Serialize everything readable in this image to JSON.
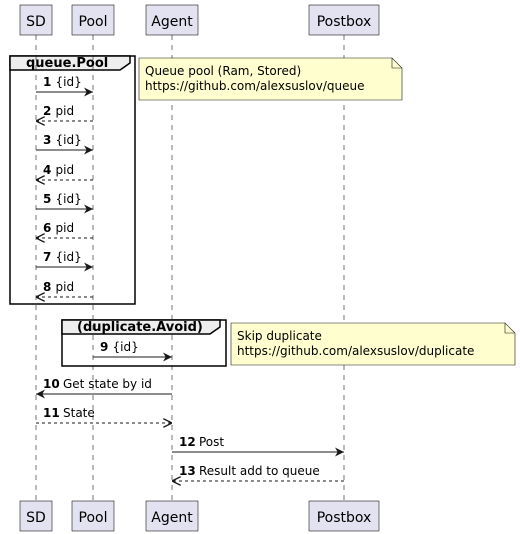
{
  "participants": [
    {
      "id": "sd",
      "label": "SD"
    },
    {
      "id": "pool",
      "label": "Pool"
    },
    {
      "id": "agent",
      "label": "Agent"
    },
    {
      "id": "postbox",
      "label": "Postbox"
    }
  ],
  "groups": [
    {
      "id": "queue-pool",
      "title": "queue.Pool"
    },
    {
      "id": "duplicate-avoid",
      "title": "(duplicate.Avoid)"
    }
  ],
  "notes": [
    {
      "id": "queue-note",
      "lines": [
        "Queue pool (Ram, Stored)",
        "https://github.com/alexsuslov/queue"
      ]
    },
    {
      "id": "duplicate-note",
      "lines": [
        "Skip duplicate",
        "https://github.com/alexsuslov/duplicate"
      ]
    }
  ],
  "messages": [
    {
      "num": "1",
      "label": "{id}",
      "from": "sd",
      "to": "pool",
      "style": "solid"
    },
    {
      "num": "2",
      "label": "pid",
      "from": "pool",
      "to": "sd",
      "style": "dashed"
    },
    {
      "num": "3",
      "label": "{id}",
      "from": "sd",
      "to": "pool",
      "style": "solid"
    },
    {
      "num": "4",
      "label": "pid",
      "from": "pool",
      "to": "sd",
      "style": "dashed"
    },
    {
      "num": "5",
      "label": "{id}",
      "from": "sd",
      "to": "pool",
      "style": "solid"
    },
    {
      "num": "6",
      "label": "pid",
      "from": "pool",
      "to": "sd",
      "style": "dashed"
    },
    {
      "num": "7",
      "label": "{id}",
      "from": "sd",
      "to": "pool",
      "style": "solid"
    },
    {
      "num": "8",
      "label": "pid",
      "from": "pool",
      "to": "sd",
      "style": "dashed"
    },
    {
      "num": "9",
      "label": "{id}",
      "from": "pool",
      "to": "agent",
      "style": "solid"
    },
    {
      "num": "10",
      "label": "Get state by id",
      "from": "agent",
      "to": "sd",
      "style": "solid"
    },
    {
      "num": "11",
      "label": "State",
      "from": "sd",
      "to": "agent",
      "style": "dashed"
    },
    {
      "num": "12",
      "label": "Post",
      "from": "agent",
      "to": "postbox",
      "style": "solid"
    },
    {
      "num": "13",
      "label": "Result add to queue",
      "from": "postbox",
      "to": "agent",
      "style": "dashed"
    }
  ]
}
